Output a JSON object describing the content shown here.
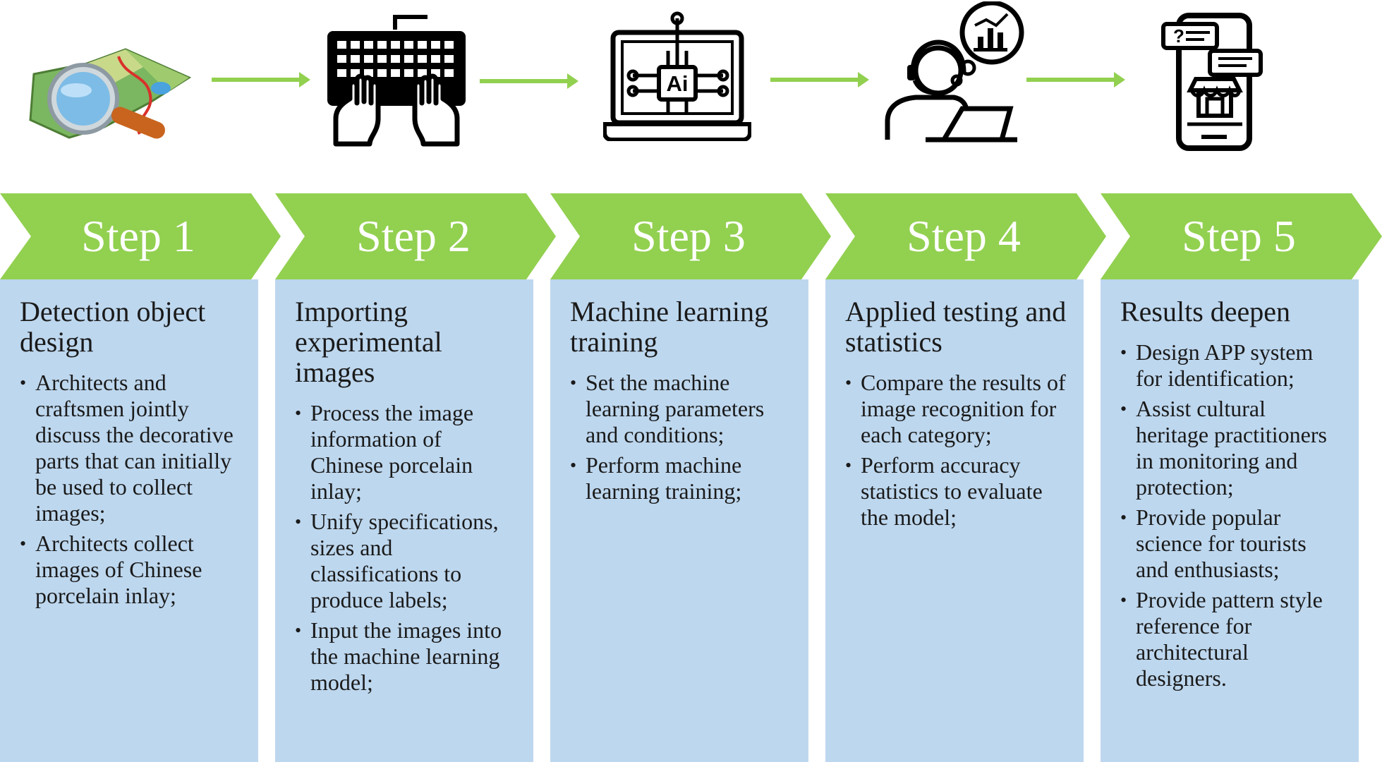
{
  "steps": [
    {
      "label": "Step 1",
      "title": "Detection object design",
      "bullets": [
        "Architects and craftsmen jointly discuss the decorative parts that can initially be used to collect images;",
        "Architects collect images of Chinese porcelain inlay;"
      ]
    },
    {
      "label": "Step 2",
      "title": "Importing experimental images",
      "bullets": [
        "Process the image information of Chinese porcelain inlay;",
        "Unify specifications, sizes and classifications to produce labels;",
        "Input the images into the machine learning model;"
      ]
    },
    {
      "label": "Step 3",
      "title": "Machine learning training",
      "bullets": [
        "Set the machine learning parameters and conditions;",
        "Perform machine learning training;"
      ]
    },
    {
      "label": "Step 4",
      "title": "Applied testing and statistics",
      "bullets": [
        "Compare the results of image recognition for each category;",
        "Perform accuracy statistics to evaluate the model;"
      ]
    },
    {
      "label": "Step 5",
      "title": "Results deepen",
      "bullets": [
        "Design APP system for identification;",
        "Assist cultural heritage practitioners in monitoring and protection;",
        "Provide popular science for tourists and enthusiasts;",
        "Provide pattern style reference for architectural designers."
      ]
    }
  ],
  "icons": [
    "map-magnifier-icon",
    "keyboard-hands-icon",
    "ai-laptop-icon",
    "analyst-laptop-icon",
    "smartphone-shop-icon"
  ],
  "icon_text": {
    "ai": "Ai",
    "question": "?"
  },
  "colors": {
    "accent_green": "#92d050",
    "panel_blue": "#bdd7ee",
    "text_dark": "#1a1a1a",
    "label_white": "#ffffff"
  }
}
